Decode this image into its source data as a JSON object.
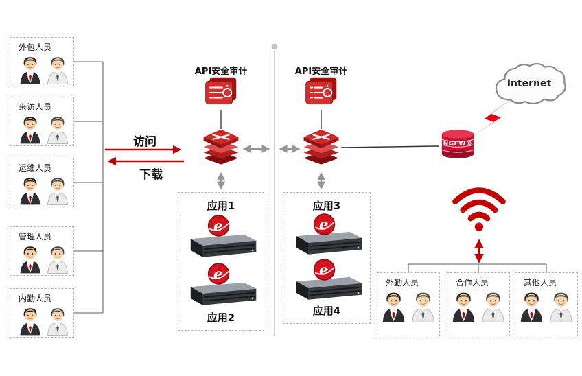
{
  "left_groups": [
    {
      "label": "外包人员"
    },
    {
      "label": "来访人员"
    },
    {
      "label": "运维人员"
    },
    {
      "label": "管理人员"
    },
    {
      "label": "内勤人员"
    }
  ],
  "flow_labels": {
    "access": "访问",
    "download": "下载"
  },
  "audit_nodes": [
    {
      "label": "API安全审计"
    },
    {
      "label": "API安全审计"
    }
  ],
  "app_zones": [
    {
      "top_label": "应用1",
      "bottom_label": "应用2"
    },
    {
      "top_label": "应用3",
      "bottom_label": "应用4"
    }
  ],
  "internet": {
    "label": "Internet"
  },
  "firewall": {
    "label": "NGFW®"
  },
  "right_groups": [
    {
      "label": "外勤人员"
    },
    {
      "label": "合作人员"
    },
    {
      "label": "其他人员"
    }
  ],
  "colors": {
    "accent_red": "#c00000",
    "icon_red": "#d32f2f",
    "wire_gray": "#7f7f7f",
    "divider_gray": "#cfcfcf",
    "box_dash_gray": "#b5b5b5"
  },
  "icons": [
    "person-icon",
    "api-audit-appliance-icon",
    "switch-stack-icon",
    "app-server-icon",
    "e-badge-icon",
    "internet-cloud-icon",
    "lightning-icon",
    "ngfw-firewall-icon",
    "wifi-icon"
  ]
}
